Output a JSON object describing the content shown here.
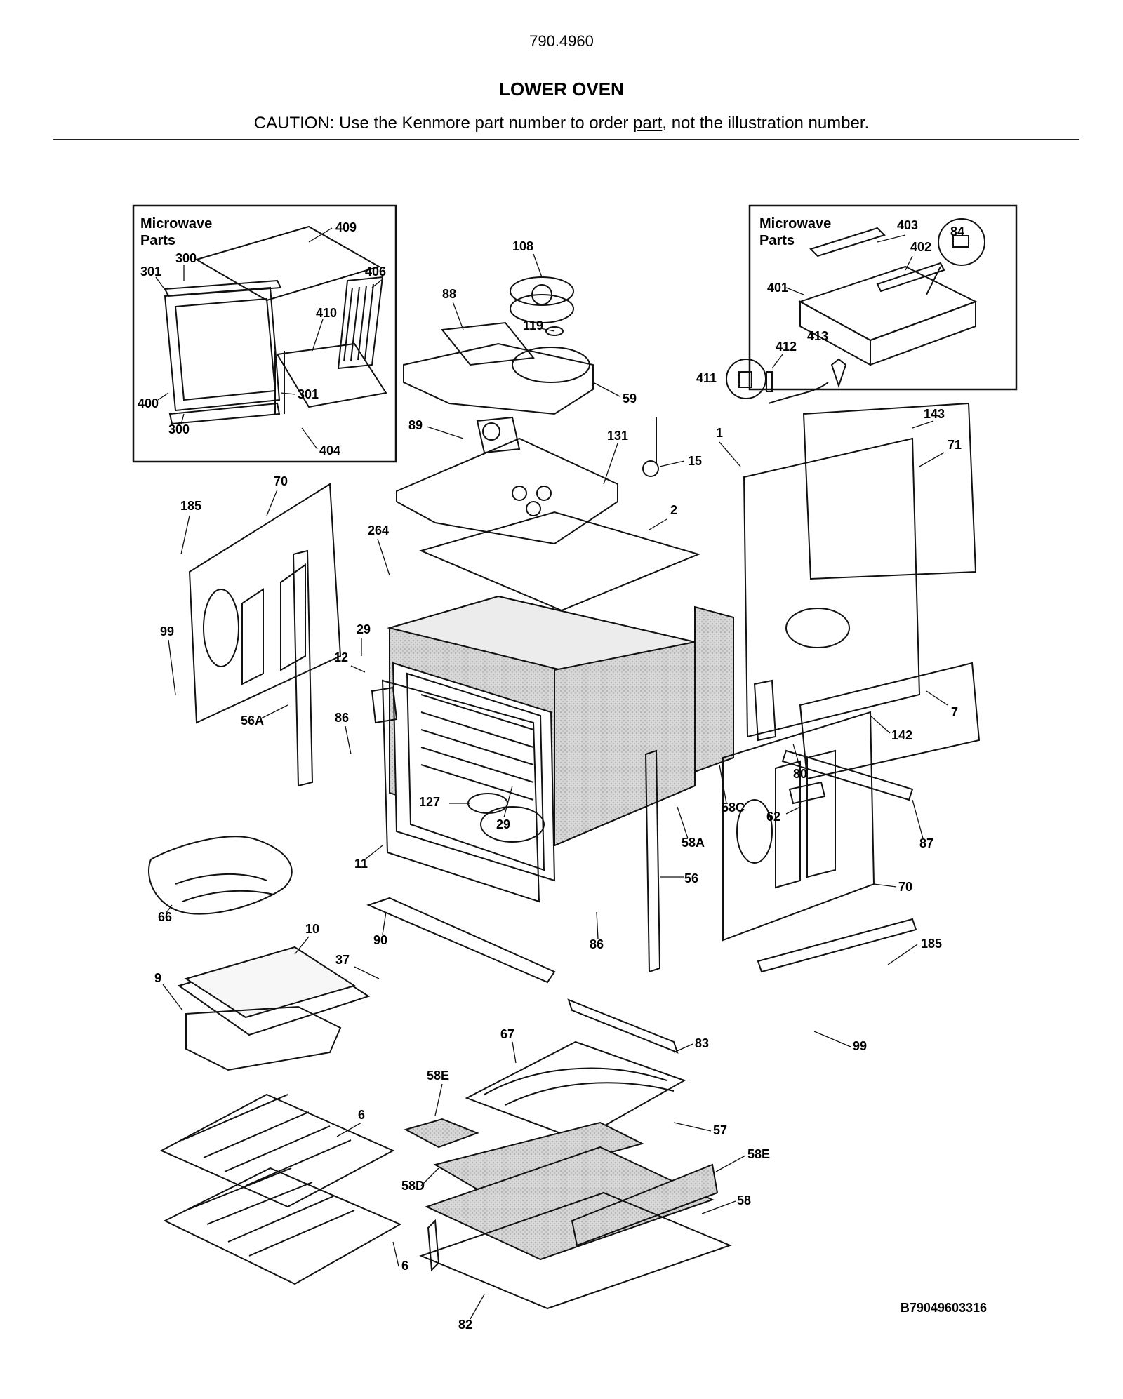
{
  "header": {
    "model": "790.4960",
    "title": "LOWER OVEN",
    "caution_prefix": "CAUTION: Use the Kenmore part number to order ",
    "caution_link": "part",
    "caution_suffix": ", not the illustration number."
  },
  "insets": {
    "left_title_1": "Microwave",
    "left_title_2": "Parts",
    "right_title_1": "Microwave",
    "right_title_2": "Parts"
  },
  "callouts": [
    {
      "id": "409",
      "text": "409"
    },
    {
      "id": "300a",
      "text": "300"
    },
    {
      "id": "301a",
      "text": "301"
    },
    {
      "id": "406",
      "text": "406"
    },
    {
      "id": "410",
      "text": "410"
    },
    {
      "id": "301b",
      "text": "301"
    },
    {
      "id": "400",
      "text": "400"
    },
    {
      "id": "300b",
      "text": "300"
    },
    {
      "id": "404",
      "text": "404"
    },
    {
      "id": "108",
      "text": "108"
    },
    {
      "id": "88",
      "text": "88"
    },
    {
      "id": "119",
      "text": "119"
    },
    {
      "id": "59",
      "text": "59"
    },
    {
      "id": "89",
      "text": "89"
    },
    {
      "id": "131",
      "text": "131"
    },
    {
      "id": "15",
      "text": "15"
    },
    {
      "id": "403",
      "text": "403"
    },
    {
      "id": "84",
      "text": "84"
    },
    {
      "id": "402",
      "text": "402"
    },
    {
      "id": "401",
      "text": "401"
    },
    {
      "id": "412",
      "text": "412"
    },
    {
      "id": "413",
      "text": "413"
    },
    {
      "id": "411",
      "text": "411"
    },
    {
      "id": "143",
      "text": "143"
    },
    {
      "id": "71",
      "text": "71"
    },
    {
      "id": "1",
      "text": "1"
    },
    {
      "id": "2",
      "text": "2"
    },
    {
      "id": "70a",
      "text": "70"
    },
    {
      "id": "185a",
      "text": "185"
    },
    {
      "id": "264",
      "text": "264"
    },
    {
      "id": "99a",
      "text": "99"
    },
    {
      "id": "29a",
      "text": "29"
    },
    {
      "id": "12",
      "text": "12"
    },
    {
      "id": "56A",
      "text": "56A"
    },
    {
      "id": "86a",
      "text": "86"
    },
    {
      "id": "7",
      "text": "7"
    },
    {
      "id": "142",
      "text": "142"
    },
    {
      "id": "80",
      "text": "80"
    },
    {
      "id": "58C",
      "text": "58C"
    },
    {
      "id": "127",
      "text": "127"
    },
    {
      "id": "29b",
      "text": "29"
    },
    {
      "id": "62",
      "text": "62"
    },
    {
      "id": "58A",
      "text": "58A"
    },
    {
      "id": "87",
      "text": "87"
    },
    {
      "id": "11",
      "text": "11"
    },
    {
      "id": "56",
      "text": "56"
    },
    {
      "id": "66",
      "text": "66"
    },
    {
      "id": "70b",
      "text": "70"
    },
    {
      "id": "10",
      "text": "10"
    },
    {
      "id": "90",
      "text": "90"
    },
    {
      "id": "86b",
      "text": "86"
    },
    {
      "id": "185b",
      "text": "185"
    },
    {
      "id": "37",
      "text": "37"
    },
    {
      "id": "9",
      "text": "9"
    },
    {
      "id": "99b",
      "text": "99"
    },
    {
      "id": "67",
      "text": "67"
    },
    {
      "id": "83",
      "text": "83"
    },
    {
      "id": "58Ea",
      "text": "58E"
    },
    {
      "id": "57",
      "text": "57"
    },
    {
      "id": "6a",
      "text": "6"
    },
    {
      "id": "58Eb",
      "text": "58E"
    },
    {
      "id": "58D",
      "text": "58D"
    },
    {
      "id": "58",
      "text": "58"
    },
    {
      "id": "6b",
      "text": "6"
    },
    {
      "id": "82",
      "text": "82"
    }
  ],
  "footer": {
    "drawing_code": "B79049603316"
  }
}
